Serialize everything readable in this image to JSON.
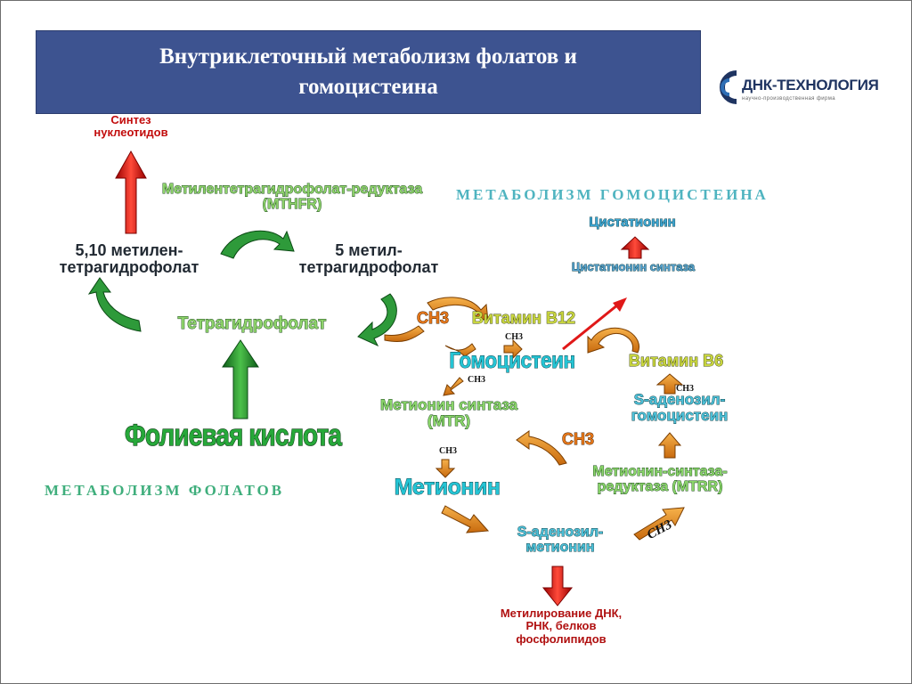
{
  "header": {
    "title": "Внутриклеточный метаболизм фолатов и гомоцистеина"
  },
  "logo": {
    "name": "ДНК-ТЕХНОЛОГИЯ",
    "subtitle": "научно-производственная фирма"
  },
  "folate": {
    "section_title": "МЕТАБОЛИЗМ ФОЛАТОВ",
    "nucleotide_synthesis": "Синтез нуклеотидов",
    "mthfr": "Метилентетрагидрофолат-редуктаза (MTHFR)",
    "methylene_thf": "5,10 метилен-тетрагидрофолат",
    "methyl_thf": "5 метил-тетрагидрофолат",
    "thf": "Тетрагидрофолат",
    "folic_acid": "Фолиевая кислота"
  },
  "homocysteine": {
    "section_title": "МЕТАБОЛИЗМ ГОМОЦИСТЕИНА",
    "cystathionine": "Цистатионин",
    "cbs": "Цистатионин синтаза",
    "ch3_main": "CH3",
    "vitamin_b12": "Витамин В12",
    "ch3_small": "CH3",
    "homocysteine": "Гомоцистеин",
    "vitamin_b6": "Витамин В6",
    "mtr": "Метионин синтаза (MTR)",
    "ch3_mtrr": "CH3",
    "sah": "S-аденозил-гомоцистеин",
    "mtrr": "Метионин-синтаза-редуктаза (MTRR)",
    "methionine": "Метионин",
    "sam": "S-аденозил-метионин",
    "ch3_sam": "CH3",
    "methylation": "Метилирование ДНК, РНК, белков фосфолипидов"
  },
  "colors": {
    "title_bg": "#3d5390",
    "green_arrow": "#1f8a2a",
    "red_arrow": "#e01818",
    "orange_arrow": "#e38a1c",
    "label_green": "#8ed36b",
    "label_cyan": "#25c4d4",
    "label_olive": "#c9d640",
    "text_red": "#c20c0c"
  }
}
